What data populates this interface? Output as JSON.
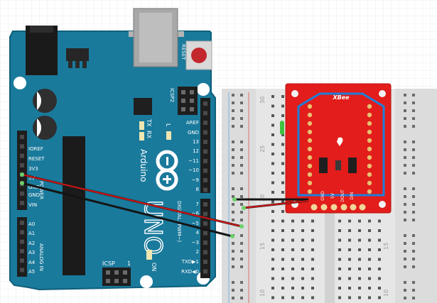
{
  "arduino": {
    "brand": "Arduino",
    "model": "UNO",
    "reset_label": "RESET",
    "icsp2_label": "ICSP2",
    "icsp_label": "ICSP",
    "icsp_pin1": "1",
    "tx_label": "TX",
    "rx_label": "RX",
    "l_label": "L",
    "on_label": "ON",
    "power_label": "POWER",
    "analog_label": "ANALOG IN",
    "digital_label": "DIGITAL (PWM~)",
    "power_pins": [
      "IOREF",
      "RESET",
      "3V3",
      "5V",
      "GND",
      "GND",
      "VIN"
    ],
    "analog_pins": [
      "A0",
      "A1",
      "A2",
      "A3",
      "A4",
      "A5"
    ],
    "digital_top": [
      "AREF",
      "GND",
      "13",
      "12",
      "~11",
      "~10",
      "~9",
      "8"
    ],
    "digital_bottom": [
      "7",
      "~6",
      "~5",
      "4",
      "~3",
      "2",
      "TXD▶1",
      "RXD◀0"
    ]
  },
  "breadboard": {
    "row_numbers": [
      "30",
      "25",
      "20",
      "15",
      "10"
    ]
  },
  "xbee": {
    "title": "XBee",
    "pins": [
      "GND",
      "5V",
      "DOUT",
      "DIN"
    ]
  },
  "colors": {
    "arduino_board": "#1a7a9c",
    "arduino_edge": "#0f5f7c",
    "xbee_board": "#e21d1b",
    "wire_red": "#d01515",
    "wire_black": "#151515",
    "breadboard": "#e6e6e6"
  }
}
